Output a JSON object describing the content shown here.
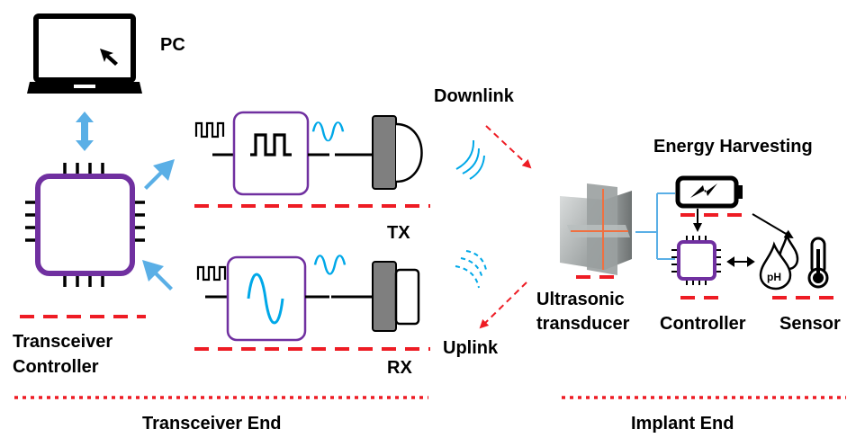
{
  "labels": {
    "pc": "PC",
    "tx": "TX",
    "rx": "RX",
    "downlink": "Downlink",
    "uplink": "Uplink",
    "transceiver_controller_line1": "Transceiver",
    "transceiver_controller_line2": "Controller",
    "energy_harvesting": "Energy Harvesting",
    "ultrasonic_line1": "Ultrasonic",
    "ultrasonic_line2": "transducer",
    "controller": "Controller",
    "sensor": "Sensor",
    "transceiver_end": "Transceiver End",
    "implant_end": "Implant End",
    "ph_text": "pH"
  },
  "colors": {
    "dash_red": "#ee1c24",
    "purple": "#7030a0",
    "light_blue": "#5aafe6",
    "wave_blue": "#00a8e8",
    "transducer_gray": "#7f7f7f",
    "text": "#000000"
  },
  "icons": [
    "laptop-icon",
    "cursor-icon",
    "bidirectional-arrow-icon",
    "chip-icon",
    "square-wave-icon",
    "sine-wave-icon",
    "transducer-icon",
    "battery-icon",
    "lightning-icon",
    "ph-drop-icon",
    "thermometer-icon",
    "cross-transducer-icon"
  ]
}
